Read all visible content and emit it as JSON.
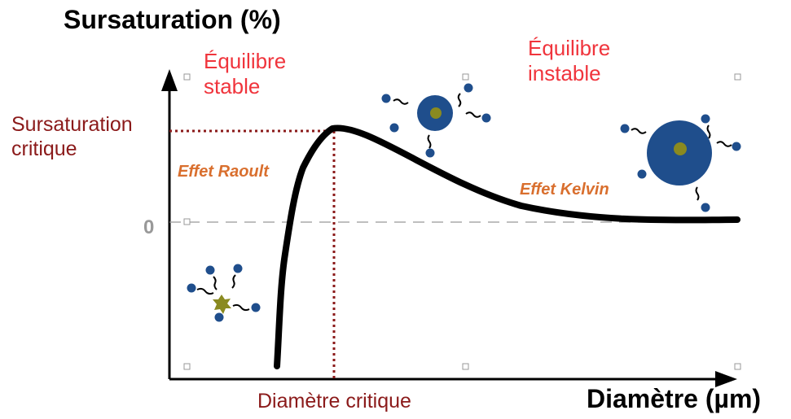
{
  "axes": {
    "y_label": "Sursaturation (%)",
    "x_label": "Diamètre (µm)",
    "zero_label": "0"
  },
  "regions": {
    "stable": "Équilibre\nstable",
    "unstable": "Équilibre\ninstable"
  },
  "critical": {
    "supersaturation": "Sursaturation\ncritique",
    "diameter": "Diamètre critique"
  },
  "effects": {
    "raoult": "Effet Raoult",
    "kelvin": "Effet Kelvin"
  },
  "colors": {
    "curve": "#000000",
    "critical": "#8b1a1a",
    "equilibrium": "#f0343c",
    "effect": "#d96f2e",
    "droplet": "#1f4e8c",
    "nucleus": "#8a8a20",
    "zero_line": "#999999"
  }
}
